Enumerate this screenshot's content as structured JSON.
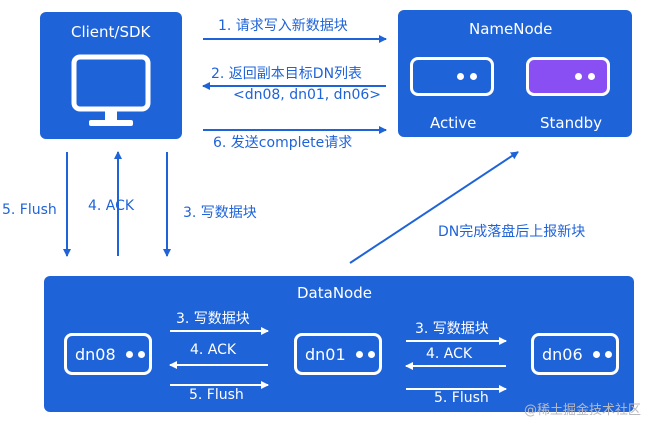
{
  "client": {
    "title": "Client/SDK"
  },
  "namenode": {
    "title": "NameNode",
    "active_label": "Active",
    "standby_label": "Standby"
  },
  "top_arrows": {
    "request_write": "1. 请求写入新数据块",
    "return_list": "2. 返回副本目标DN列表",
    "return_list_values": "<dn08, dn01, dn06>",
    "send_complete": "6. 发送complete请求"
  },
  "side_arrows": {
    "flush": "5. Flush",
    "ack": "4. ACK",
    "write": "3. 写数据块"
  },
  "report": "DN完成落盘后上报新块",
  "datanode": {
    "title": "DataNode",
    "nodes": [
      "dn08",
      "dn01",
      "dn06"
    ],
    "left_pair": {
      "write": "3. 写数据块",
      "ack": "4. ACK",
      "flush": "5. Flush"
    },
    "right_pair": {
      "write": "3. 写数据块",
      "ack": "4. ACK",
      "flush": "5. Flush"
    }
  },
  "watermark": "@稀土掘金技术社区",
  "colors": {
    "primary": "#1f63d8",
    "standby": "#8a4ff2"
  }
}
